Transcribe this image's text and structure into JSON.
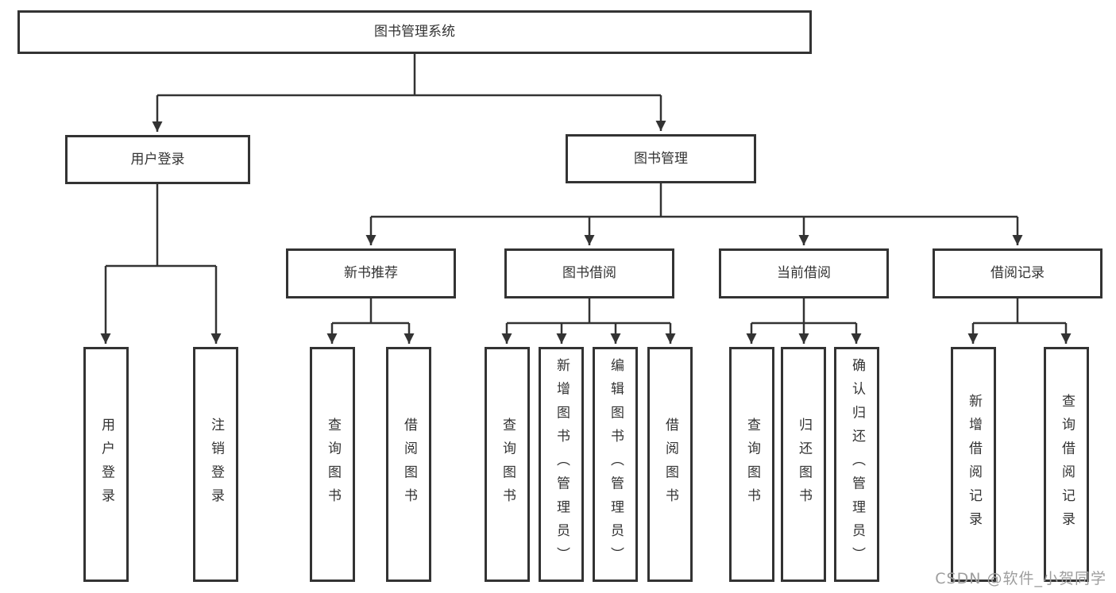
{
  "diagram": {
    "title": "图书管理系统",
    "type": "tree",
    "colors": {
      "line": "#333333",
      "box_border": "#333333",
      "box_background": "#ffffff",
      "text": "#333333",
      "watermark": "#9e9e9e",
      "page_background": "#ffffff"
    }
  },
  "nodes": {
    "root": {
      "label": "图书管理系统"
    },
    "user_login": {
      "label": "用户登录"
    },
    "book_mgmt": {
      "label": "图书管理"
    },
    "new_book_rec": {
      "label": "新书推荐"
    },
    "book_borrow": {
      "label": "图书借阅"
    },
    "current_borrow": {
      "label": "当前借阅"
    },
    "borrow_record": {
      "label": "借阅记录"
    },
    "ul_login": {
      "label": "用户登录"
    },
    "ul_logout": {
      "label": "注销登录"
    },
    "nb_query": {
      "label": "查询图书"
    },
    "nb_borrow": {
      "label": "借阅图书"
    },
    "bb_query": {
      "label": "查询图书"
    },
    "bb_add": {
      "label": "新增图书（管理员）"
    },
    "bb_edit": {
      "label": "编辑图书（管理员）"
    },
    "bb_borrow": {
      "label": "借阅图书"
    },
    "cb_query": {
      "label": "查询图书"
    },
    "cb_return": {
      "label": "归还图书"
    },
    "cb_confirm": {
      "label": "确认归还（管理员）"
    },
    "br_add": {
      "label": "新增借阅记录"
    },
    "br_query": {
      "label": "查询借阅记录"
    }
  },
  "hierarchy": {
    "root": [
      "user_login",
      "book_mgmt"
    ],
    "user_login": [
      "ul_login",
      "ul_logout"
    ],
    "book_mgmt": [
      "new_book_rec",
      "book_borrow",
      "current_borrow",
      "borrow_record"
    ],
    "new_book_rec": [
      "nb_query",
      "nb_borrow"
    ],
    "book_borrow": [
      "bb_query",
      "bb_add",
      "bb_edit",
      "bb_borrow"
    ],
    "current_borrow": [
      "cb_query",
      "cb_return",
      "cb_confirm"
    ],
    "borrow_record": [
      "br_add",
      "br_query"
    ]
  },
  "watermark": {
    "text": "CSDN @软件_小贺同学"
  }
}
